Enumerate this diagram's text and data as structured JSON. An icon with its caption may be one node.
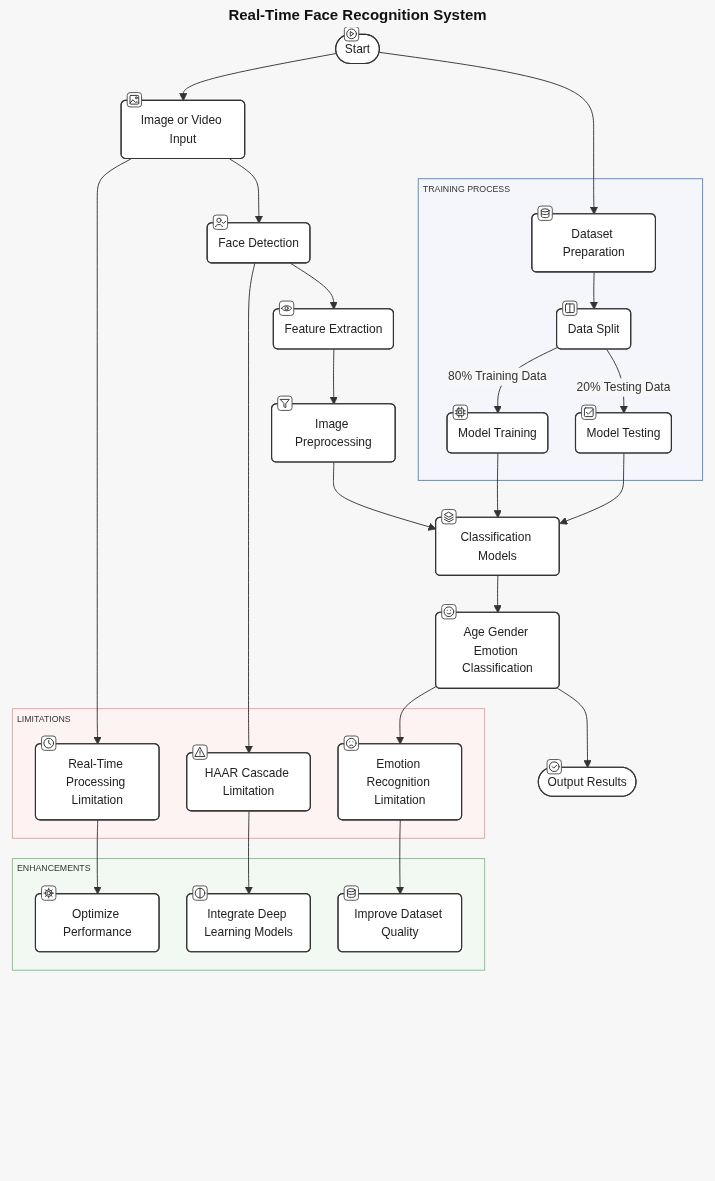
{
  "diagram": {
    "title": "Real-Time Face Recognition System",
    "nodes": [
      {
        "text": [
          "Start"
        ]
      },
      {
        "text": [
          "Image or Video Input"
        ]
      },
      {
        "text": [
          "Face Detection"
        ]
      },
      {
        "text": [
          "Feature Extraction"
        ]
      },
      {
        "text": [
          "Image Preprocessing"
        ]
      },
      {
        "text": [
          "Classification Models"
        ]
      },
      {
        "text": [
          "TRAINING PROCESS"
        ]
      },
      {
        "text": [
          "Dataset Preparation"
        ],
        "in": 6
      },
      {
        "text": [
          "Data Split"
        ],
        "in": 6
      },
      {
        "text": [
          "Model Training"
        ],
        "in": 6
      },
      {
        "text": [
          "Model Testing"
        ],
        "in": 6
      },
      {
        "text": [
          "Age Gender Emotion Classification"
        ]
      },
      {
        "text": [
          "Output Results"
        ]
      },
      {
        "text": [
          "LIMITATIONS"
        ]
      },
      {
        "text": [
          "Real-Time Processing Limitation"
        ],
        "in": 13
      },
      {
        "text": [
          "HAAR Cascade Limitation"
        ],
        "in": 13
      },
      {
        "text": [
          "Emotion Recognition Limitation"
        ],
        "in": 13
      },
      {
        "text": [
          "ENHANCEMENTS"
        ]
      },
      {
        "text": [
          "Optimize Performance"
        ],
        "in": 17
      },
      {
        "text": [
          "Integrate Deep Learning Models"
        ],
        "in": 17
      },
      {
        "text": [
          "Improve Dataset Quality"
        ],
        "in": 17
      }
    ],
    "edges": [
      {
        "from": 0,
        "to": 1,
        "arrow": "to"
      },
      {
        "from": 0,
        "to": 7,
        "arrow": "to"
      },
      {
        "from": 1,
        "to": 2,
        "arrow": "to"
      },
      {
        "from": 1,
        "to": 14,
        "arrow": "to"
      },
      {
        "from": 2,
        "to": 3,
        "arrow": "to"
      },
      {
        "from": 2,
        "to": 15,
        "arrow": "to"
      },
      {
        "from": 3,
        "to": 4,
        "arrow": "to"
      },
      {
        "from": 4,
        "to": 5,
        "arrow": "to"
      },
      {
        "from": 5,
        "to": 11,
        "arrow": "to"
      },
      {
        "from": 7,
        "to": 8,
        "arrow": "to"
      },
      {
        "from": 8,
        "to": 9,
        "arrow": "to",
        "label": "80% Training Data"
      },
      {
        "from": 8,
        "to": 10,
        "arrow": "to",
        "label": "20% Testing Data"
      },
      {
        "from": 9,
        "to": 5,
        "arrow": "to"
      },
      {
        "from": 10,
        "to": 5,
        "arrow": "to"
      },
      {
        "from": 11,
        "to": 12,
        "arrow": "to"
      },
      {
        "from": 11,
        "to": 16,
        "arrow": "to"
      },
      {
        "from": 14,
        "to": 18,
        "arrow": "to"
      },
      {
        "from": 15,
        "to": 19,
        "arrow": "to"
      },
      {
        "from": 16,
        "to": 20,
        "arrow": "to"
      }
    ]
  }
}
